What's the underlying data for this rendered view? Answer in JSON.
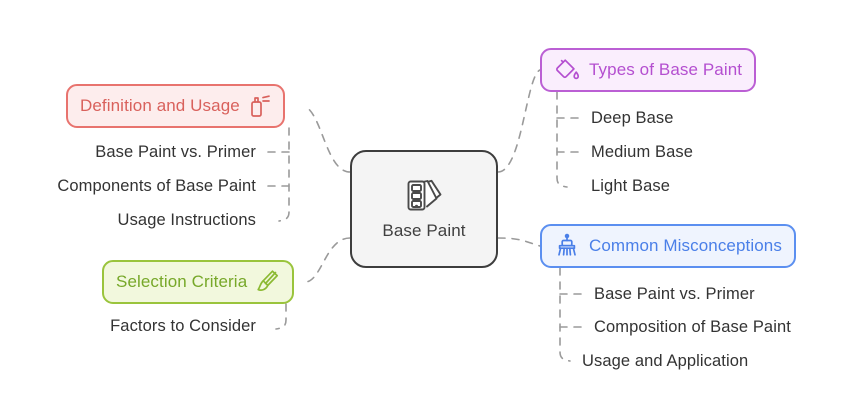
{
  "diagram": {
    "type": "mind-map",
    "background": "#ffffff",
    "center": {
      "label": "Base Paint",
      "icon": "color-swatch-fan-icon",
      "border_color": "#3d3d3d",
      "fill_color": "#f4f4f4",
      "text_color": "#3f3f3f"
    },
    "branches": [
      {
        "id": "definition",
        "label": "Definition and Usage",
        "icon": "spray-can-icon",
        "icon_side": "right",
        "accent_color": "#e8736e",
        "fill_color": "#fdeded",
        "text_color": "#d9615c",
        "side": "left",
        "children": [
          "Base Paint vs. Primer",
          "Components of Base Paint",
          "Usage Instructions"
        ]
      },
      {
        "id": "selection",
        "label": "Selection Criteria",
        "icon": "paintbrush-icon",
        "icon_side": "right",
        "accent_color": "#9ac43c",
        "fill_color": "#f2f8dd",
        "text_color": "#77a829",
        "side": "left",
        "children": [
          "Factors to Consider"
        ]
      },
      {
        "id": "types",
        "label": "Types of Base Paint",
        "icon": "paint-bucket-icon",
        "icon_side": "left",
        "accent_color": "#bb5fd4",
        "fill_color": "#faeefd",
        "text_color": "#b44fd0",
        "side": "right",
        "children": [
          "Deep Base",
          "Medium Base",
          "Light Base"
        ]
      },
      {
        "id": "misconceptions",
        "label": "Common Misconceptions",
        "icon": "broom-brush-icon",
        "icon_side": "left",
        "accent_color": "#5b8ff0",
        "fill_color": "#eff4fe",
        "text_color": "#4a7fe8",
        "side": "right",
        "children": [
          "Base Paint vs. Primer",
          "Composition of Base Paint",
          "Usage and Application"
        ]
      }
    ],
    "connector": {
      "style": "dashed",
      "color": "#9a9a9a"
    }
  }
}
